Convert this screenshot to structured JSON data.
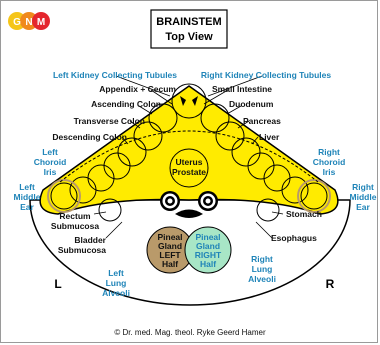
{
  "logo": {
    "letters": [
      "G",
      "N",
      "M"
    ],
    "colors": [
      "#f5c518",
      "#f08a1c",
      "#e4262d"
    ]
  },
  "title": {
    "line1": "BRAINSTEM",
    "line2": "Top View"
  },
  "colors": {
    "brainstem_yellow": "#ffeb00",
    "left_gland": "#b99a6a",
    "right_gland": "#a8e6c6",
    "outline": "#000000",
    "label_blue": "#1f84b8"
  },
  "labels": {
    "left_kidney": "Left Kidney Collecting Tubules",
    "right_kidney": "Right Kidney Collecting Tubules",
    "appendix": "Appendix + Cecum",
    "small_intestine": "Small Intestine",
    "ascending_colon": "Ascending Colon",
    "duodenum": "Duodenum",
    "transverse_colon": "Transverse Colon",
    "pancreas": "Pancreas",
    "descending_colon": "Descending Colon",
    "liver": "Liver",
    "left_choroid": [
      "Left",
      "Choroid",
      "Iris"
    ],
    "right_choroid": [
      "Right",
      "Choroid",
      "Iris"
    ],
    "left_middle_ear": [
      "Left",
      "Middle",
      "Ear"
    ],
    "right_middle_ear": [
      "Right",
      "Middle",
      "Ear"
    ],
    "uterus": [
      "Uterus",
      "Prostate"
    ],
    "rectum": [
      "Rectum",
      "Submucosa"
    ],
    "stomach": "Stomach",
    "esophagus": "Esophagus",
    "bladder": [
      "Bladder",
      "Submucosa"
    ],
    "pineal_left": [
      "Pineal",
      "Gland",
      "LEFT",
      "Half"
    ],
    "pineal_right": [
      "Pineal",
      "Gland",
      "RIGHT",
      "Half"
    ],
    "left_lung": [
      "Left",
      "Lung",
      "Alveoli"
    ],
    "right_lung": [
      "Right",
      "Lung",
      "Alveoli"
    ],
    "side_left": "L",
    "side_right": "R"
  },
  "copyright": "© Dr. med. Mag. theol. Ryke Geerd Hamer"
}
